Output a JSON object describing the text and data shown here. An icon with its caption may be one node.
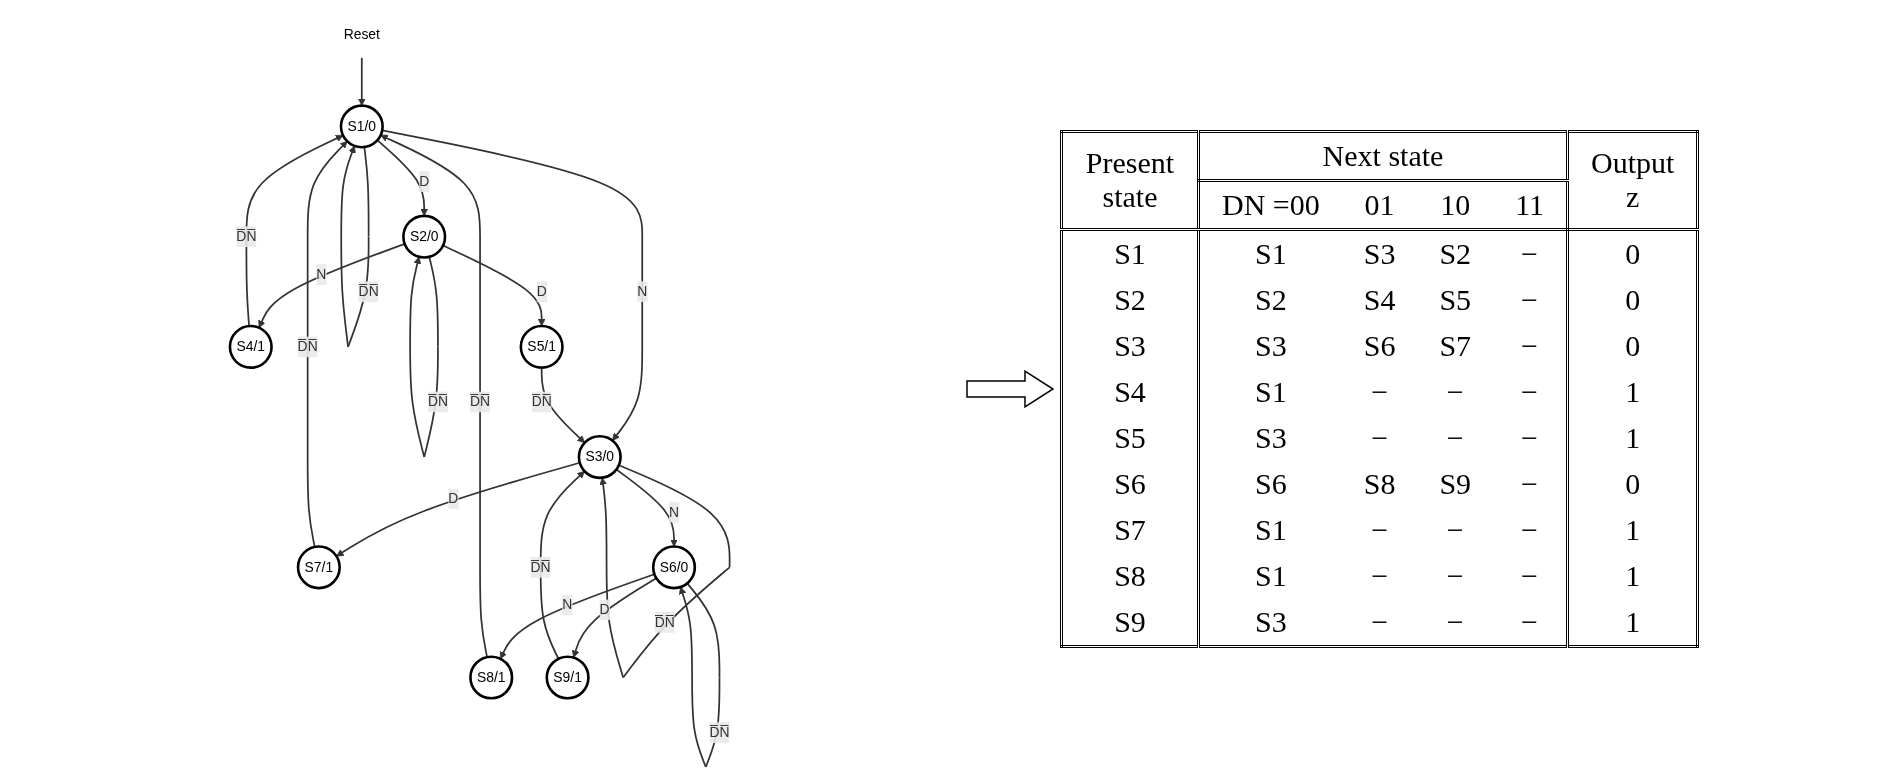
{
  "diagram": {
    "nodes": [
      {
        "text": [
          "S1/0"
        ]
      },
      {
        "text": [
          "Reset"
        ]
      },
      {
        "text": [
          "S4/1"
        ]
      },
      {
        "text": [
          "S2/0"
        ]
      },
      {
        "text": [
          "S3/0"
        ]
      },
      {
        "text": [
          "S7/1"
        ]
      },
      {
        "text": [
          "S5/1"
        ]
      },
      {
        "text": [
          "S6/0"
        ]
      },
      {
        "text": [
          "S8/1"
        ]
      },
      {
        "text": [
          "S9/1"
        ]
      }
    ],
    "edges": [
      {
        "from": 0,
        "to": 0,
        "arrow": "to",
        "label": "D̅N̅"
      },
      {
        "from": 1,
        "to": 0,
        "arrow": "to"
      },
      {
        "from": 8,
        "to": 0,
        "arrow": "to",
        "label": "D̅N̅"
      },
      {
        "from": 2,
        "to": 0,
        "arrow": "to",
        "label": "D̅N̅"
      },
      {
        "from": 5,
        "to": 0,
        "arrow": "to",
        "label": "D̅N̅"
      },
      {
        "from": 0,
        "to": 3,
        "arrow": "to",
        "label": "D"
      },
      {
        "from": 0,
        "to": 4,
        "arrow": "to",
        "label": "N"
      },
      {
        "from": 3,
        "to": 3,
        "arrow": "to",
        "label": "D̅N̅"
      },
      {
        "from": 3,
        "to": 2,
        "arrow": "to",
        "label": "N"
      },
      {
        "from": 3,
        "to": 6,
        "arrow": "to",
        "label": "D"
      },
      {
        "from": 4,
        "to": 4,
        "arrow": "to",
        "label": "D̅N̅"
      },
      {
        "from": 4,
        "to": 5,
        "arrow": "to",
        "label": "D"
      },
      {
        "from": 4,
        "to": 7,
        "arrow": "to",
        "label": "N"
      },
      {
        "from": 6,
        "to": 4,
        "arrow": "to",
        "label": "D̅N̅"
      },
      {
        "from": 7,
        "to": 7,
        "arrow": "to",
        "label": "D̅N̅"
      },
      {
        "from": 7,
        "to": 8,
        "arrow": "to",
        "label": "N"
      },
      {
        "from": 7,
        "to": 9,
        "arrow": "to",
        "label": "D"
      },
      {
        "from": 9,
        "to": 4,
        "arrow": "to",
        "label": "D̅N̅"
      }
    ],
    "labels": [
      "Present state",
      "Next state",
      "Output z",
      "DN =00",
      "01",
      "10",
      "11",
      "S1",
      "S1",
      "S3",
      "S2",
      "−",
      "0",
      "S2",
      "S2",
      "S4",
      "S5",
      "−",
      "0",
      "S3",
      "S3",
      "S6",
      "S7",
      "−",
      "0",
      "S4",
      "S1",
      "−",
      "−",
      "−",
      "1",
      "S5",
      "S3",
      "−",
      "−",
      "−",
      "1",
      "S6",
      "S6",
      "S8",
      "S9",
      "−",
      "0",
      "S7",
      "S1",
      "−",
      "−",
      "−",
      "1",
      "S8",
      "S1",
      "−",
      "−",
      "−",
      "1",
      "S9",
      "S3",
      "−",
      "−",
      "−",
      "1"
    ]
  }
}
